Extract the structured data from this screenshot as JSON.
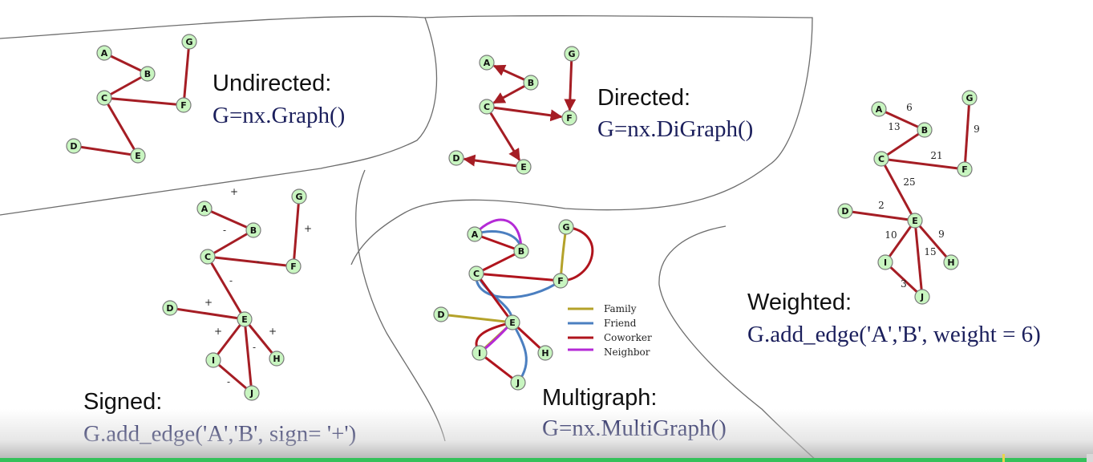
{
  "colors": {
    "node_fill": "#c8f5c0",
    "node_stroke": "#7a7a7a",
    "edge_red": "#a51d24",
    "family": "#b4a22a",
    "friend": "#4b7fc0",
    "coworker": "#b0141d",
    "neighbor": "#b42ad6",
    "caption_code": "#1b1f5c"
  },
  "panels": [
    {
      "id": "undirected",
      "title": "Undirected:",
      "code": "G=nx.Graph()",
      "nodes": [
        "A",
        "B",
        "C",
        "D",
        "E",
        "F",
        "G"
      ],
      "edges": [
        [
          "A",
          "B"
        ],
        [
          "B",
          "C"
        ],
        [
          "C",
          "F"
        ],
        [
          "G",
          "F"
        ],
        [
          "C",
          "E"
        ],
        [
          "D",
          "E"
        ]
      ]
    },
    {
      "id": "directed",
      "title": "Directed:",
      "code": "G=nx.DiGraph()",
      "nodes": [
        "A",
        "B",
        "C",
        "D",
        "E",
        "F",
        "G"
      ],
      "edges": [
        [
          "B",
          "A"
        ],
        [
          "B",
          "C"
        ],
        [
          "C",
          "F"
        ],
        [
          "G",
          "F"
        ],
        [
          "C",
          "E"
        ],
        [
          "E",
          "D"
        ]
      ]
    },
    {
      "id": "weighted",
      "title": "Weighted:",
      "code": "G.add_edge('A','B', weight = 6)",
      "nodes": [
        "A",
        "B",
        "C",
        "D",
        "E",
        "F",
        "G",
        "H",
        "I",
        "J"
      ],
      "edges": [
        {
          "u": "A",
          "v": "B",
          "label": "6"
        },
        {
          "u": "B",
          "v": "C",
          "label": "13"
        },
        {
          "u": "G",
          "v": "F",
          "label": "9"
        },
        {
          "u": "C",
          "v": "F",
          "label": "21"
        },
        {
          "u": "C",
          "v": "E",
          "label": "25"
        },
        {
          "u": "D",
          "v": "E",
          "label": "2"
        },
        {
          "u": "E",
          "v": "I",
          "label": "10"
        },
        {
          "u": "E",
          "v": "H",
          "label": "9"
        },
        {
          "u": "E",
          "v": "J",
          "label": "15"
        },
        {
          "u": "I",
          "v": "J",
          "label": "3"
        }
      ]
    },
    {
      "id": "signed",
      "title": "Signed:",
      "code": "G.add_edge('A','B', sign= '+')",
      "nodes": [
        "A",
        "B",
        "C",
        "D",
        "E",
        "F",
        "G",
        "H",
        "I",
        "J"
      ],
      "edges": [
        {
          "u": "A",
          "v": "B",
          "label": "+"
        },
        {
          "u": "B",
          "v": "C",
          "label": "-"
        },
        {
          "u": "G",
          "v": "F",
          "label": "+"
        },
        {
          "u": "C",
          "v": "F",
          "label": "-"
        },
        {
          "u": "C",
          "v": "E",
          "label": "-"
        },
        {
          "u": "D",
          "v": "E",
          "label": "+"
        },
        {
          "u": "E",
          "v": "I",
          "label": "+"
        },
        {
          "u": "E",
          "v": "J",
          "label": "-"
        },
        {
          "u": "E",
          "v": "H",
          "label": "+"
        },
        {
          "u": "I",
          "v": "J",
          "label": "-"
        }
      ]
    },
    {
      "id": "multigraph",
      "title": "Multigraph:",
      "code": "G=nx.MultiGraph()",
      "nodes": [
        "A",
        "B",
        "C",
        "D",
        "E",
        "F",
        "G",
        "H",
        "I",
        "J"
      ],
      "legend": [
        "Family",
        "Friend",
        "Coworker",
        "Neighbor"
      ]
    }
  ]
}
